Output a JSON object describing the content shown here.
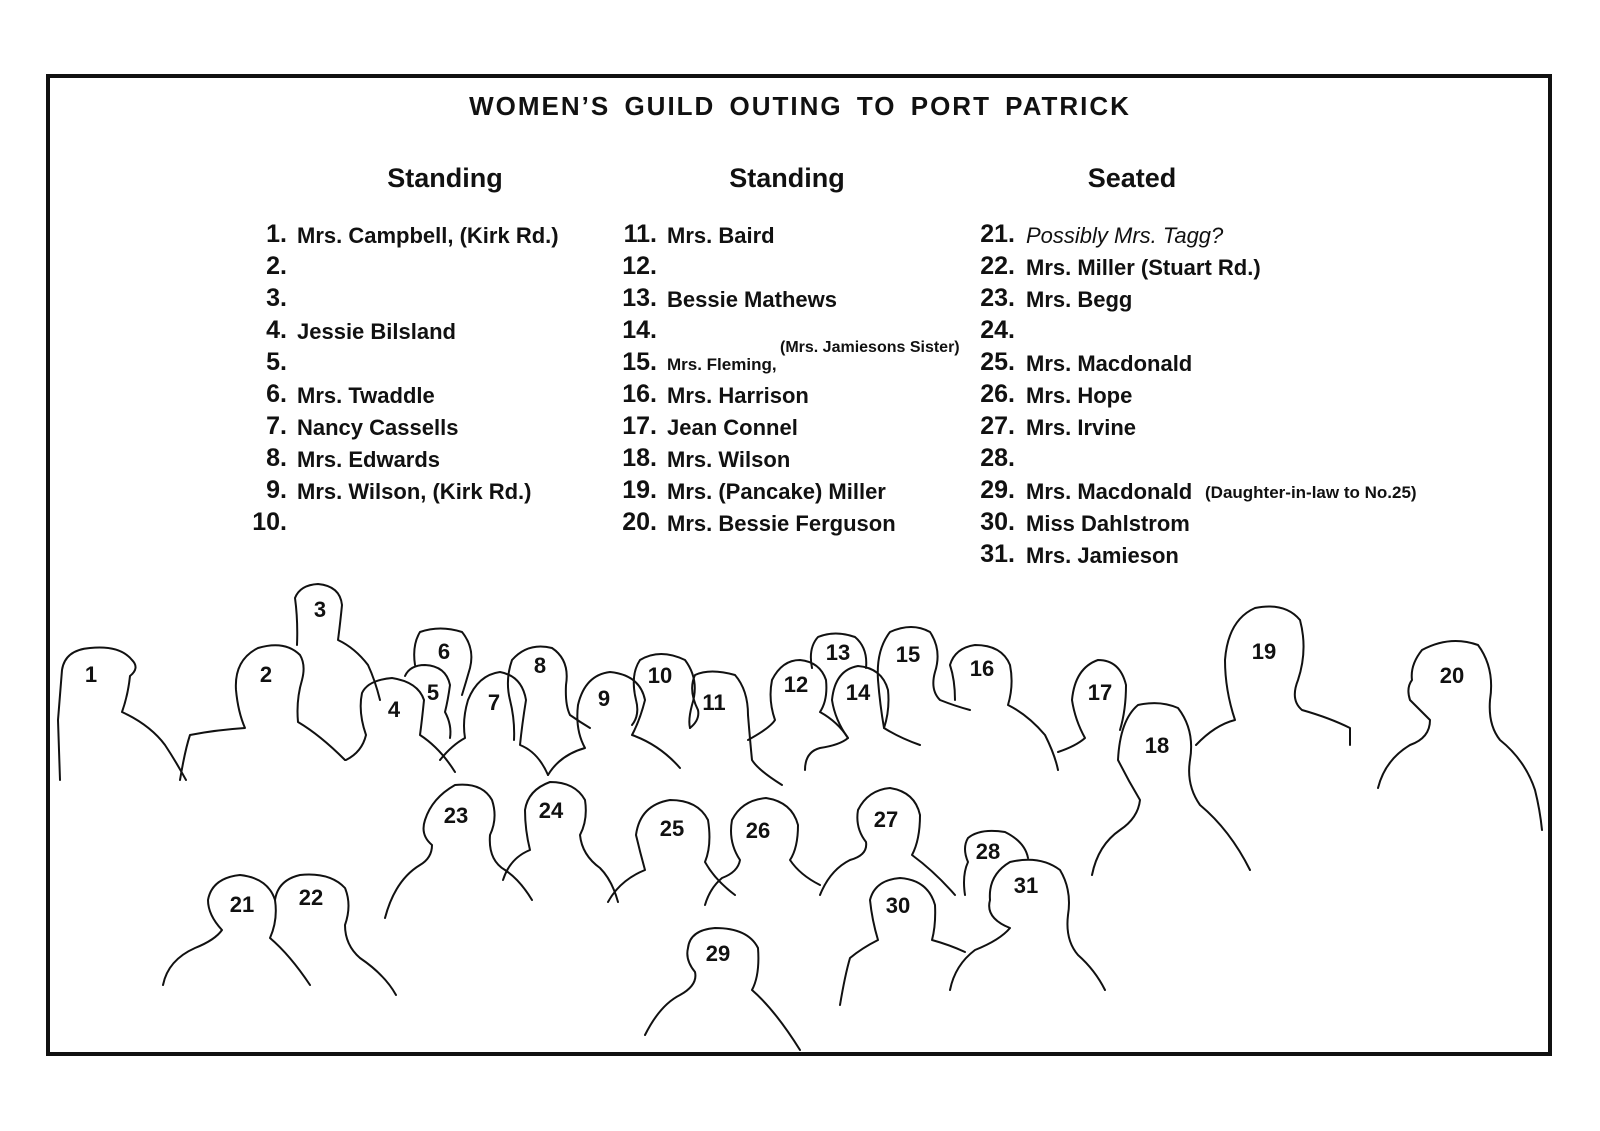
{
  "title": "WOMEN’S GUILD OUTING TO PORT PATRICK",
  "columns": [
    {
      "heading": "Standing",
      "entries": [
        {
          "num": "1.",
          "name": "Mrs. Campbell, (Kirk Rd.)"
        },
        {
          "num": "2.",
          "name": ""
        },
        {
          "num": "3.",
          "name": ""
        },
        {
          "num": "4.",
          "name": "Jessie Bilsland"
        },
        {
          "num": "5.",
          "name": ""
        },
        {
          "num": "6.",
          "name": "Mrs. Twaddle"
        },
        {
          "num": "7.",
          "name": "Nancy Cassells"
        },
        {
          "num": "8.",
          "name": "Mrs. Edwards"
        },
        {
          "num": "9.",
          "name": "Mrs. Wilson, (Kirk Rd.)"
        },
        {
          "num": "10.",
          "name": ""
        }
      ]
    },
    {
      "heading": "Standing",
      "entries": [
        {
          "num": "11.",
          "name": "Mrs. Baird"
        },
        {
          "num": "12.",
          "name": ""
        },
        {
          "num": "13.",
          "name": "Bessie Mathews"
        },
        {
          "num": "14.",
          "name": ""
        },
        {
          "num": "15.",
          "name": "Mrs. Fleming,",
          "note": "(Mrs. Jamiesons Sister)"
        },
        {
          "num": "16.",
          "name": "Mrs. Harrison"
        },
        {
          "num": "17.",
          "name": "Jean Connel"
        },
        {
          "num": "18.",
          "name": "Mrs. Wilson"
        },
        {
          "num": "19.",
          "name": "Mrs. (Pancake) Miller"
        },
        {
          "num": "20.",
          "name": "Mrs. Bessie Ferguson"
        }
      ]
    },
    {
      "heading": "Seated",
      "entries": [
        {
          "num": "21.",
          "name": "Possibly Mrs. Tagg?"
        },
        {
          "num": "22.",
          "name": "Mrs. Miller (Stuart Rd.)"
        },
        {
          "num": "23.",
          "name": "Mrs. Begg"
        },
        {
          "num": "24.",
          "name": ""
        },
        {
          "num": "25.",
          "name": "Mrs. Macdonald"
        },
        {
          "num": "26.",
          "name": "Mrs. Hope"
        },
        {
          "num": "27.",
          "name": "Mrs. Irvine"
        },
        {
          "num": "28.",
          "name": ""
        },
        {
          "num": "29.",
          "name": "Mrs. Macdonald",
          "note": "(Daughter-in-law to No.25)"
        },
        {
          "num": "30.",
          "name": "Miss Dahlstrom"
        },
        {
          "num": "31.",
          "name": "Mrs. Jamieson"
        }
      ]
    }
  ],
  "figures": [
    {
      "label": "1"
    },
    {
      "label": "2"
    },
    {
      "label": "3"
    },
    {
      "label": "4"
    },
    {
      "label": "5"
    },
    {
      "label": "6"
    },
    {
      "label": "7"
    },
    {
      "label": "8"
    },
    {
      "label": "9"
    },
    {
      "label": "10"
    },
    {
      "label": "11"
    },
    {
      "label": "12"
    },
    {
      "label": "13"
    },
    {
      "label": "14"
    },
    {
      "label": "15"
    },
    {
      "label": "16"
    },
    {
      "label": "17"
    },
    {
      "label": "18"
    },
    {
      "label": "19"
    },
    {
      "label": "20"
    },
    {
      "label": "21"
    },
    {
      "label": "22"
    },
    {
      "label": "23"
    },
    {
      "label": "24"
    },
    {
      "label": "25"
    },
    {
      "label": "26"
    },
    {
      "label": "27"
    },
    {
      "label": "28"
    },
    {
      "label": "29"
    },
    {
      "label": "30"
    },
    {
      "label": "31"
    }
  ]
}
